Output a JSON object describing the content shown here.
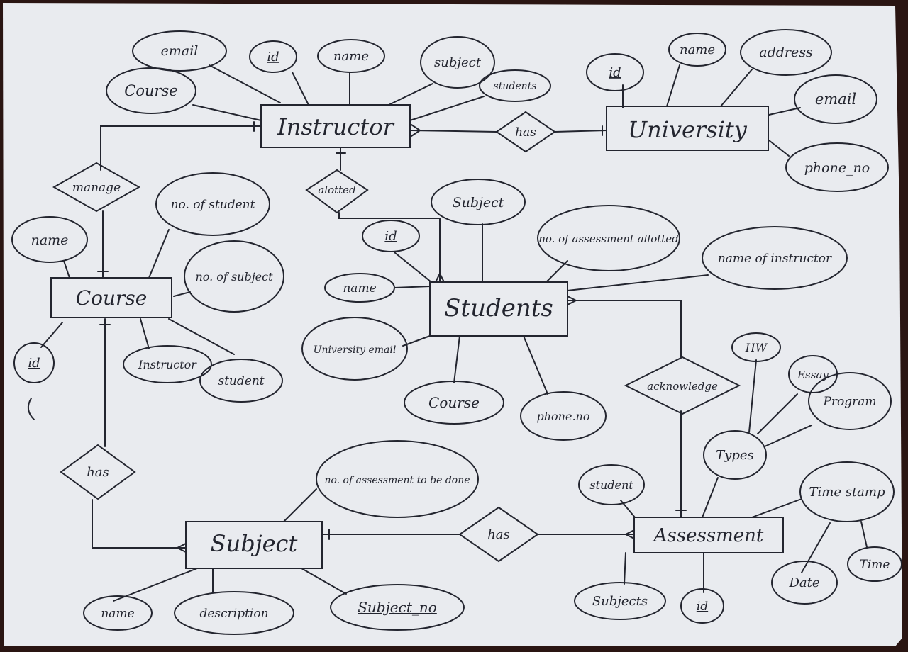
{
  "entities": {
    "instructor": "Instructor",
    "university": "University",
    "course": "Course",
    "students": "Students",
    "subject": "Subject",
    "assessment": "Assessment"
  },
  "relationships": {
    "instructor_university": "has",
    "instructor_course": "manage",
    "instructor_students": "alotted",
    "students_assessment": "acknowledge",
    "course_subject": "has",
    "subject_assessment": "has"
  },
  "attributes": {
    "instructor": {
      "email": "email",
      "id": "id",
      "name": "name",
      "subject": "subject",
      "students": "students",
      "course": "Course"
    },
    "university": {
      "id": "id",
      "name": "name",
      "address": "address",
      "email": "email",
      "phone": "phone_no"
    },
    "course": {
      "name": "name",
      "no_of_student": "no. of student",
      "no_of_subject": "no. of subject",
      "id": "id",
      "instructor": "Instructor",
      "student": "student"
    },
    "students": {
      "id": "id",
      "subject": "Subject",
      "no_of_assessment": "no. of assessment allotted",
      "name_of_instructor": "name of instructor",
      "name": "name",
      "university_email": "University email",
      "course": "Course",
      "phone": "phone.no"
    },
    "subject": {
      "no_of_assessment": "no. of assessment to be done",
      "name": "name",
      "description": "description",
      "subject_no": "Subject_no"
    },
    "assessment": {
      "student": "student",
      "types": "Types",
      "hw": "HW",
      "essay": "Essay",
      "program": "Program",
      "time_stamp": "Time stamp",
      "date": "Date",
      "time": "Time",
      "subjects": "Subjects",
      "id": "id"
    }
  }
}
